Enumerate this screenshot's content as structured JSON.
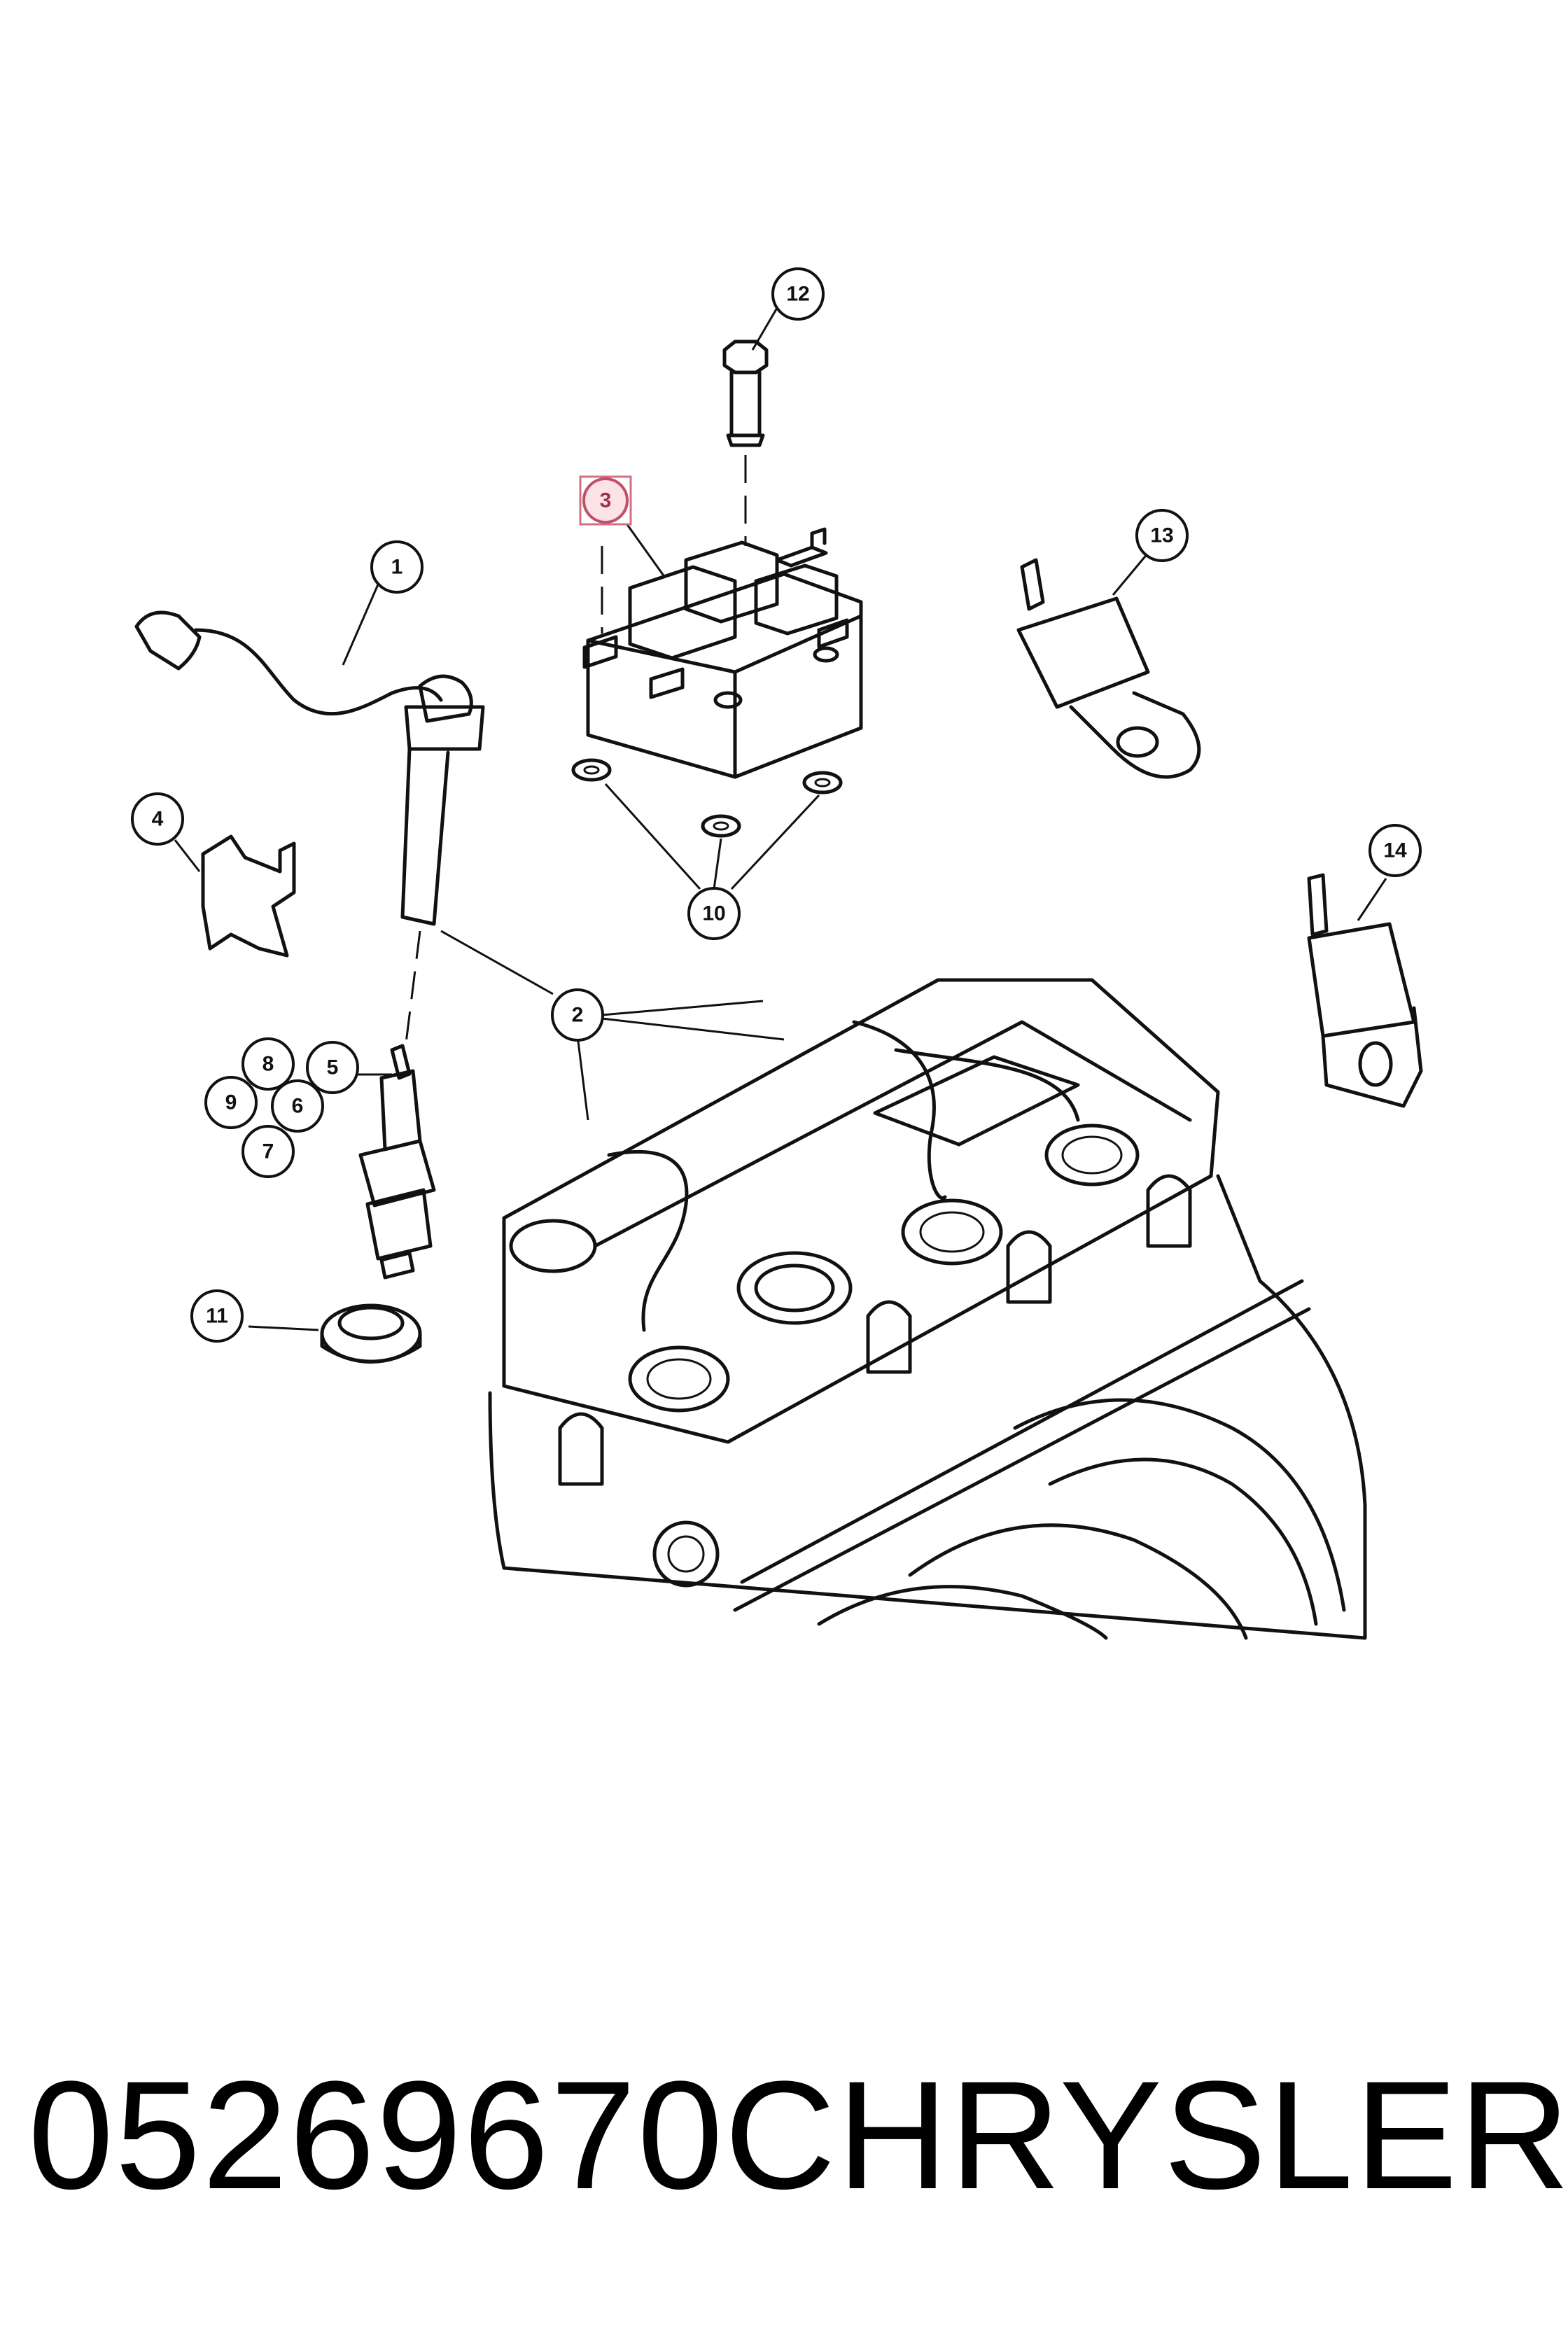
{
  "callouts": [
    {
      "id": "1",
      "label": "1"
    },
    {
      "id": "2",
      "label": "2"
    },
    {
      "id": "3",
      "label": "3",
      "highlighted": true
    },
    {
      "id": "4",
      "label": "4"
    },
    {
      "id": "5",
      "label": "5"
    },
    {
      "id": "6",
      "label": "6"
    },
    {
      "id": "7",
      "label": "7"
    },
    {
      "id": "8",
      "label": "8"
    },
    {
      "id": "9",
      "label": "9"
    },
    {
      "id": "10",
      "label": "10"
    },
    {
      "id": "11",
      "label": "11"
    },
    {
      "id": "12",
      "label": "12"
    },
    {
      "id": "13",
      "label": "13"
    },
    {
      "id": "14",
      "label": "14"
    }
  ],
  "caption": {
    "part_number": "05269670",
    "brand": "CHRYSLER"
  },
  "colors": {
    "line": "#111111",
    "highlight_fill": "#fbe3e6",
    "highlight_stroke": "#c0506a"
  }
}
